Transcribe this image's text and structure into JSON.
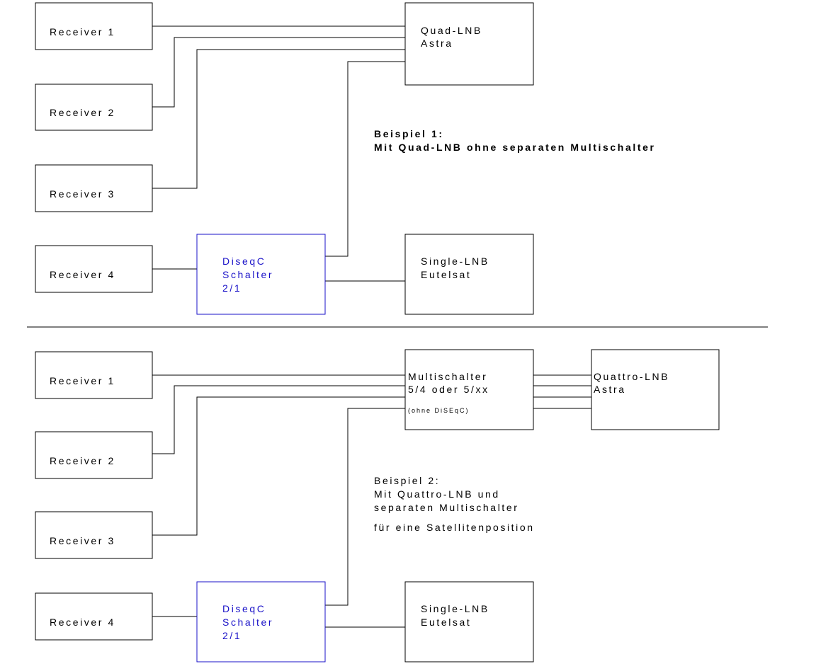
{
  "colors": {
    "lines": "#000000",
    "diseqc_accent": "#1a12c8",
    "background": "#ffffff"
  },
  "example1": {
    "receivers": [
      "Receiver 1",
      "Receiver 2",
      "Receiver 3",
      "Receiver 4"
    ],
    "quad_lnb": [
      "Quad-LNB",
      "Astra"
    ],
    "diseqc": [
      "DiseqC",
      "Schalter",
      "2/1"
    ],
    "single_lnb": [
      "Single-LNB",
      "Eutelsat"
    ],
    "caption": [
      "Beispiel 1:",
      "Mit Quad-LNB ohne separaten Multischalter"
    ]
  },
  "example2": {
    "receivers": [
      "Receiver 1",
      "Receiver 2",
      "Receiver 3",
      "Receiver 4"
    ],
    "multischalter": [
      "Multischalter",
      "5/4 oder 5/xx",
      "(ohne DiSEqC)"
    ],
    "quattro_lnb": [
      "Quattro-LNB",
      "Astra"
    ],
    "diseqc": [
      "DiseqC",
      "Schalter",
      "2/1"
    ],
    "single_lnb": [
      "Single-LNB",
      "Eutelsat"
    ],
    "caption": [
      "Beispiel 2:",
      "Mit Quattro-LNB und",
      "separaten Multischalter",
      "für eine Satellitenposition"
    ]
  }
}
